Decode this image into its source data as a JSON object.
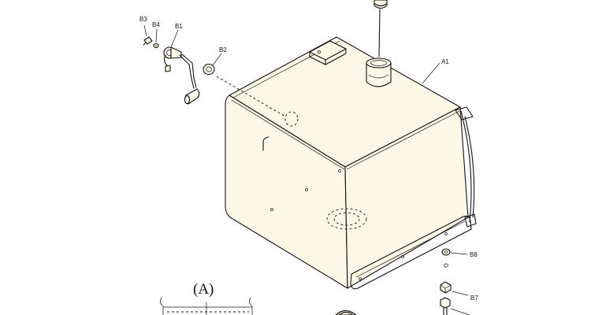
{
  "labels": {
    "b3": "B3",
    "b4": "B4",
    "b1": "B1",
    "b2": "B2",
    "a1": "A1",
    "b8": "B8",
    "b7": "B7",
    "detail": "(A)"
  },
  "colors": {
    "line": "#111111",
    "tank_fill": "#fbf8e8",
    "background": "#ffffff"
  }
}
